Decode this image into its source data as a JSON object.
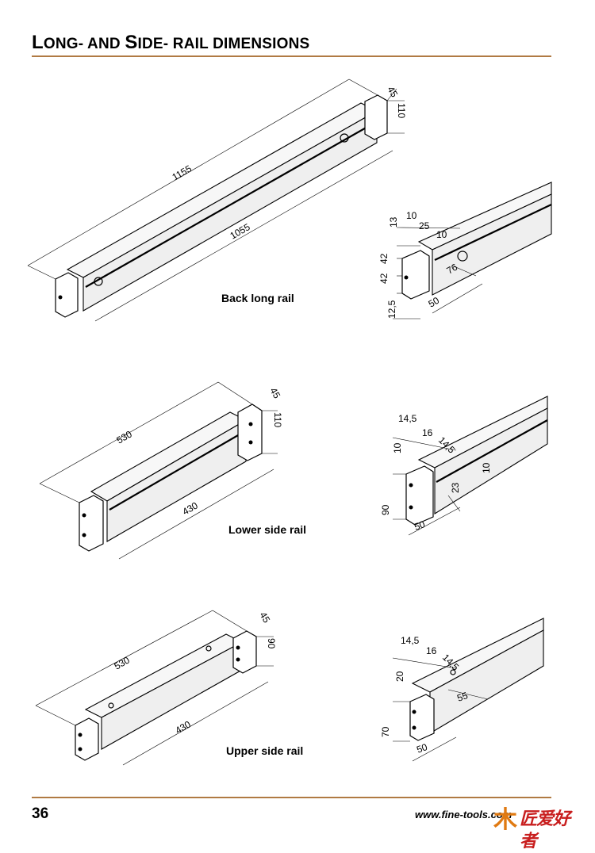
{
  "header": {
    "title_first_cap": "L",
    "title_rest1": "ONG- AND ",
    "title_second_cap": "S",
    "title_rest2": "IDE- RAIL DIMENSIONS",
    "rule_color": "#b07a43"
  },
  "back_long_rail": {
    "caption": "Back long rail",
    "dim_total_length": "1155",
    "dim_body_length": "1055",
    "dim_width": "45",
    "dim_height": "110"
  },
  "back_long_rail_detail": {
    "dims": [
      "13",
      "10",
      "25",
      "10",
      "42",
      "42",
      "76",
      "50",
      "12,5"
    ]
  },
  "lower_side_rail": {
    "caption": "Lower side rail",
    "dim_total_length": "530",
    "dim_body_length": "430",
    "dim_width": "45",
    "dim_height": "110"
  },
  "lower_side_rail_detail": {
    "dims": [
      "14,5",
      "16",
      "14,5",
      "10",
      "23",
      "10",
      "90",
      "50"
    ]
  },
  "upper_side_rail": {
    "caption": "Upper side rail",
    "dim_total_length": "530",
    "dim_body_length": "430",
    "dim_width": "45",
    "dim_height": "90"
  },
  "upper_side_rail_detail": {
    "dims": [
      "14,5",
      "16",
      "14,5",
      "20",
      "55",
      "70",
      "50"
    ]
  },
  "footer": {
    "page_number": "36",
    "url": "www.fine-tools.com",
    "logo_wood_glyph": "木",
    "logo_brand": "匠爱好者"
  }
}
